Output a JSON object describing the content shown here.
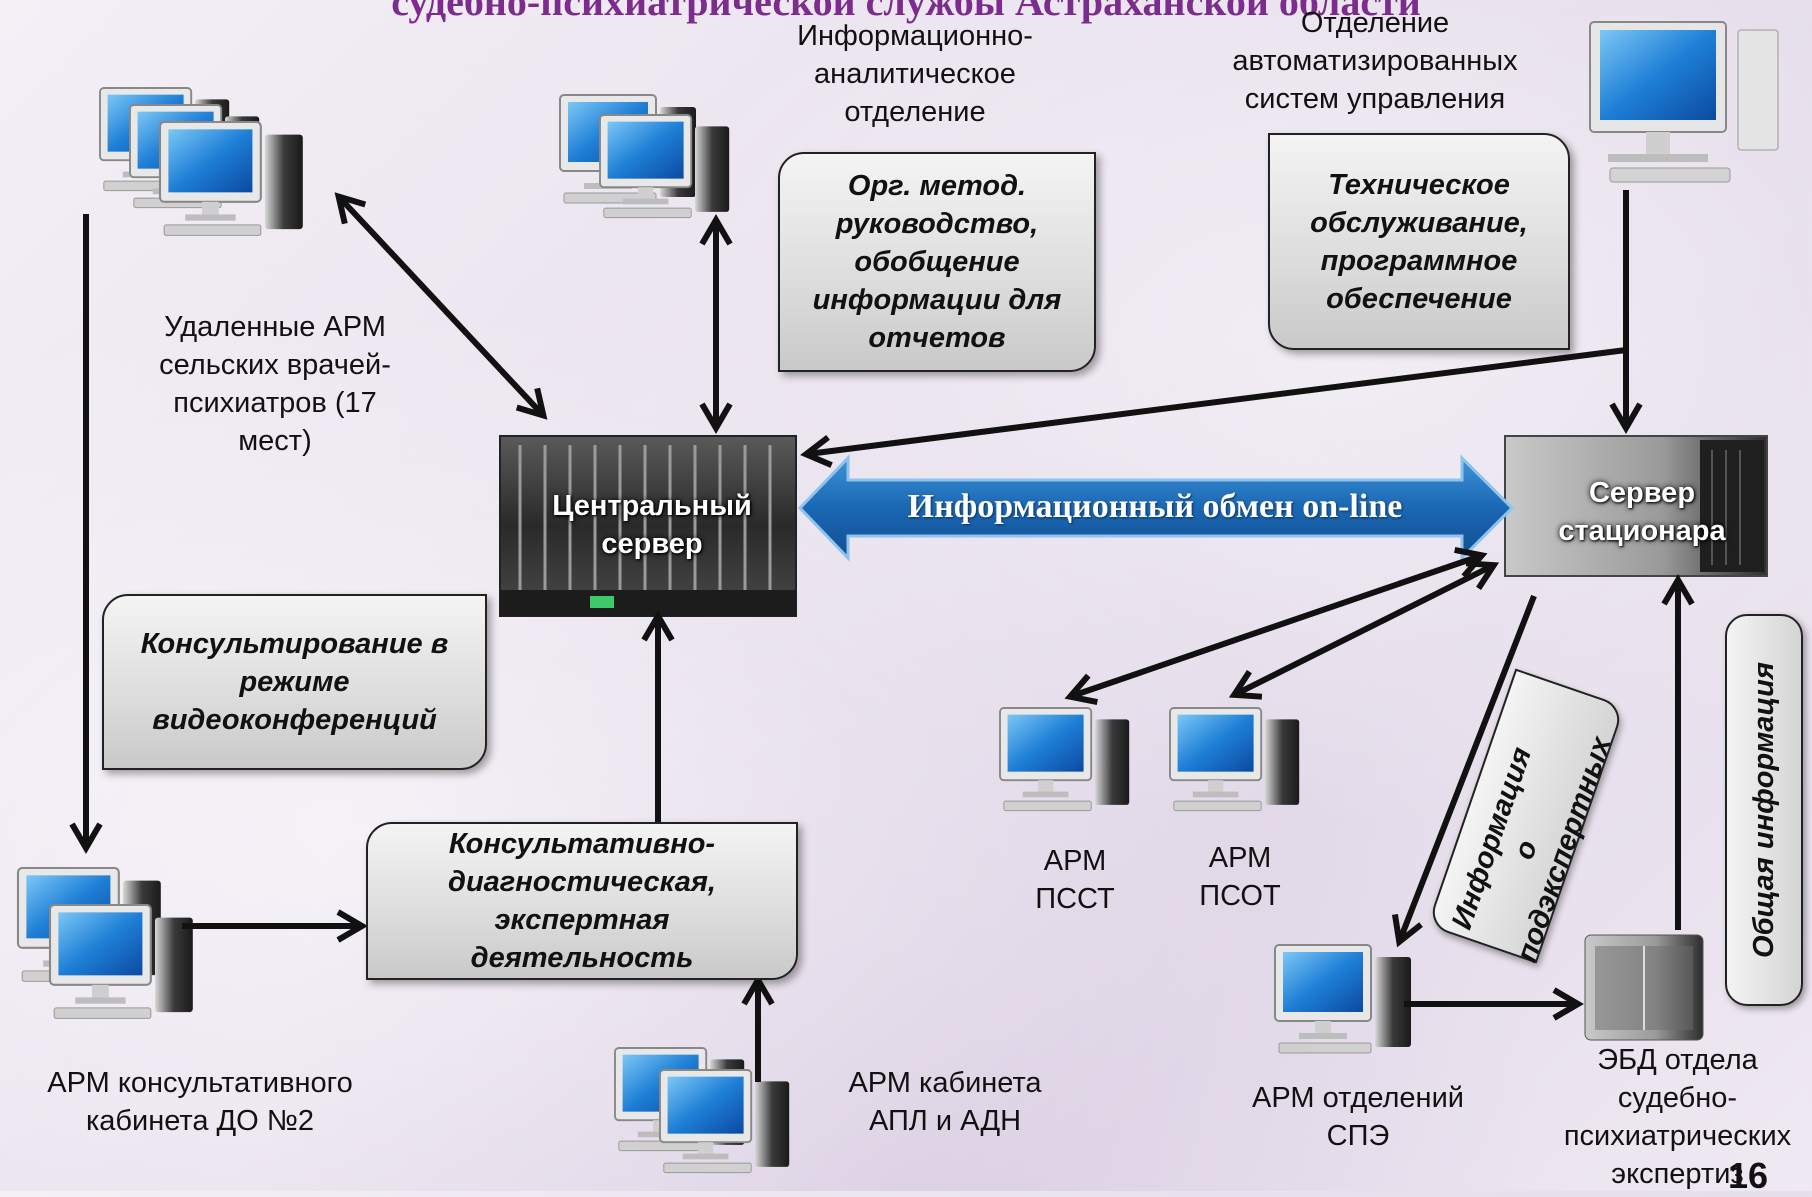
{
  "title": "судебно-психиатрической службы Астраханской области",
  "labels": {
    "remote": "Удаленные АРМ сельских врачей-психиатров (17 мест)",
    "info_dept": "Информационно-аналитическое отделение",
    "asu_dept": "Отделение автоматизированных систем управления",
    "arm_consult": "АРМ консультативного кабинета ДО №2",
    "arm_apl": "АРМ кабинета АПЛ и АДН",
    "arm_psst": "АРМ ПССТ",
    "arm_psot": "АРМ ПСОТ",
    "arm_spe": "АРМ отделений СПЭ",
    "ebd": "ЭБД отдела судебно-психиатрических экспертиз"
  },
  "boxes": {
    "org": "Орг. метод. руководство, обобщение информации для отчетов",
    "tech": "Техническое обслуживание, программное обеспечение",
    "video": "Консультирование в режиме видеоконференций",
    "diag": "Консультативно-диагностическая, экспертная деятельность",
    "preexpert": "Информация о подэкспертных",
    "general": "Общая информация"
  },
  "servers": {
    "central": "Центральный сервер",
    "hospital": "Сервер стационара"
  },
  "exchange": "Информационный обмен on-line",
  "page_number": "16",
  "colors": {
    "title": "#7b2c8c",
    "exchange_arrow": "#1f6fb8",
    "exchange_text": "#ffffff"
  }
}
